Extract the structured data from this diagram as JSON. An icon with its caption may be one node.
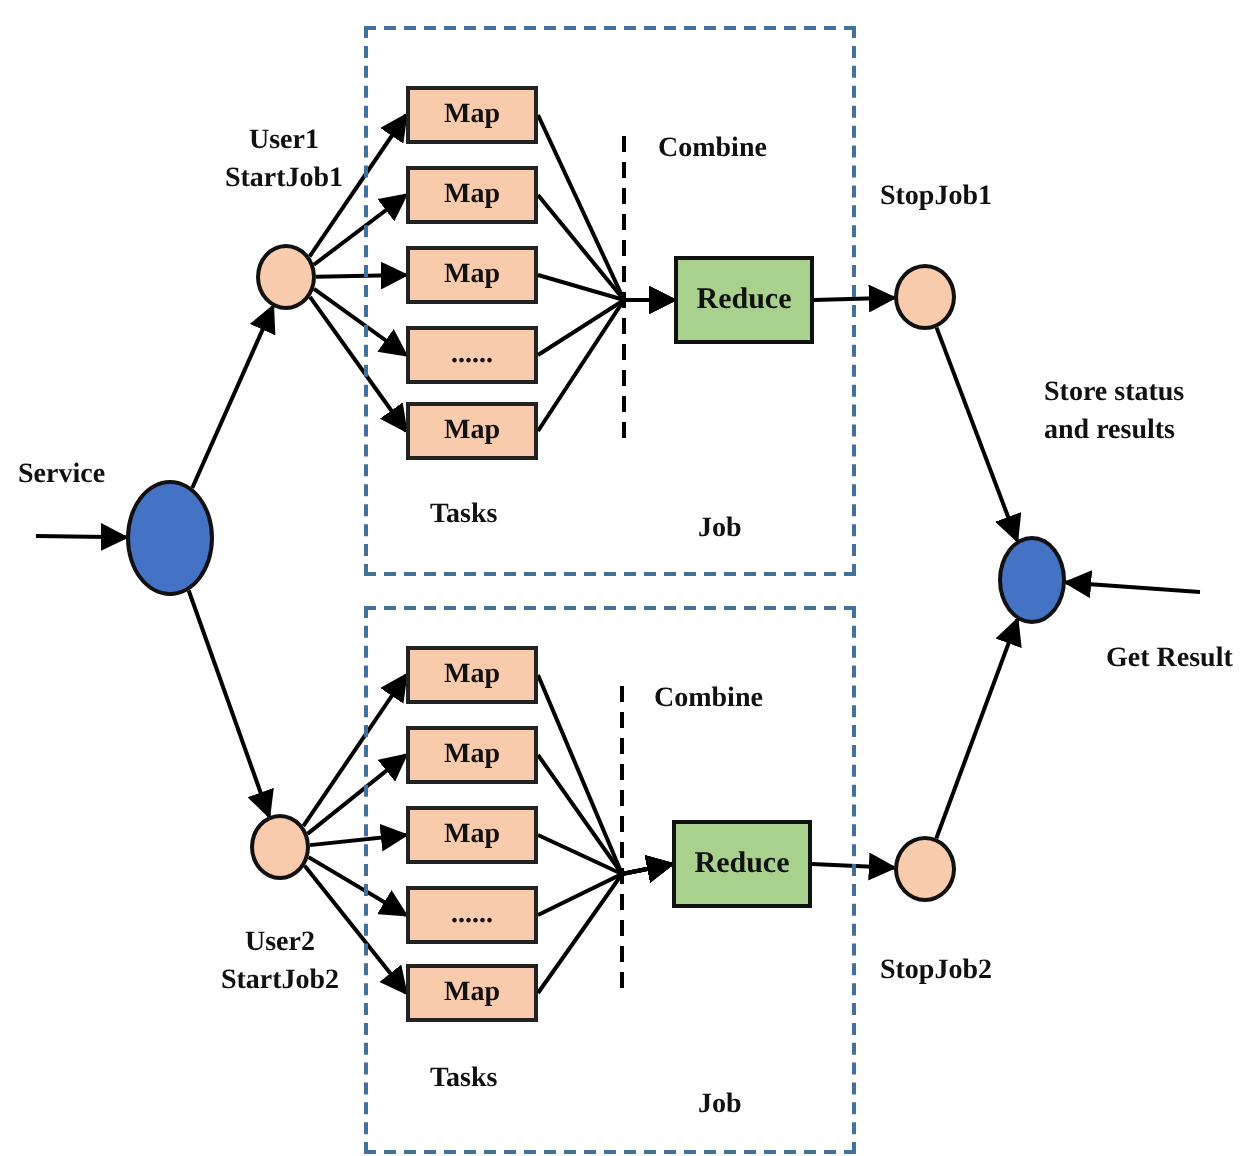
{
  "diagram": {
    "nodes": [
      {
        "text": [],
        "shape": "circle"
      },
      {
        "text": [],
        "shape": "circle",
        "beside": [
          "User1 StartJob1"
        ]
      },
      {
        "text": [
          "Combine",
          "Tasks",
          "Job"
        ]
      },
      {
        "text": [
          "Map"
        ],
        "in": 2
      },
      {
        "text": [
          "Map"
        ],
        "in": 2
      },
      {
        "text": [
          "Map"
        ],
        "in": 2
      },
      {
        "text": [
          "......"
        ],
        "in": 2
      },
      {
        "text": [
          "Map"
        ],
        "in": 2
      },
      {
        "text": [
          "Reduce"
        ],
        "in": 2
      },
      {
        "text": [],
        "shape": "circle",
        "beside": [
          "StopJob1"
        ]
      },
      {
        "text": [],
        "shape": "circle",
        "beside": [
          "Store status and results"
        ]
      },
      {
        "text": [],
        "shape": "circle",
        "beside": [
          "User2 StartJob2"
        ]
      },
      {
        "text": [
          "Combine",
          "Tasks",
          "Job"
        ]
      },
      {
        "text": [
          "Map"
        ],
        "in": 12
      },
      {
        "text": [
          "Map"
        ],
        "in": 12
      },
      {
        "text": [
          "Map"
        ],
        "in": 12
      },
      {
        "text": [
          "......"
        ],
        "in": 12
      },
      {
        "text": [
          "Map"
        ],
        "in": 12
      },
      {
        "text": [
          "Reduce"
        ],
        "in": 12
      },
      {
        "text": [],
        "shape": "circle",
        "beside": [
          "StopJob2"
        ]
      }
    ],
    "edges": [
      {
        "from": null,
        "to": 0,
        "arrow": "to",
        "label": "Service"
      },
      {
        "from": 0,
        "to": 1,
        "arrow": "to"
      },
      {
        "from": 0,
        "to": 11,
        "arrow": "to"
      },
      {
        "from": 1,
        "to": 3,
        "arrow": "to"
      },
      {
        "from": 1,
        "to": 4,
        "arrow": "to"
      },
      {
        "from": 1,
        "to": 5,
        "arrow": "to"
      },
      {
        "from": 1,
        "to": 6,
        "arrow": "to"
      },
      {
        "from": 1,
        "to": 7,
        "arrow": "to"
      },
      {
        "from": 3,
        "to": 8,
        "arrow": "to"
      },
      {
        "from": 4,
        "to": 8,
        "arrow": "to"
      },
      {
        "from": 5,
        "to": 8,
        "arrow": "to"
      },
      {
        "from": 6,
        "to": 8,
        "arrow": "to"
      },
      {
        "from": 7,
        "to": 8,
        "arrow": "to"
      },
      {
        "from": 8,
        "to": 9,
        "arrow": "to"
      },
      {
        "from": 11,
        "to": 13,
        "arrow": "to"
      },
      {
        "from": 11,
        "to": 14,
        "arrow": "to"
      },
      {
        "from": 11,
        "to": 15,
        "arrow": "to"
      },
      {
        "from": 11,
        "to": 16,
        "arrow": "to"
      },
      {
        "from": 11,
        "to": 17,
        "arrow": "to"
      },
      {
        "from": 13,
        "to": 18,
        "arrow": "to"
      },
      {
        "from": 14,
        "to": 18,
        "arrow": "to"
      },
      {
        "from": 15,
        "to": 18,
        "arrow": "to"
      },
      {
        "from": 16,
        "to": 18,
        "arrow": "to"
      },
      {
        "from": 17,
        "to": 18,
        "arrow": "to"
      },
      {
        "from": 18,
        "to": 19,
        "arrow": "to"
      },
      {
        "from": 9,
        "to": 10,
        "arrow": "to"
      },
      {
        "from": 19,
        "to": 10,
        "arrow": "to"
      },
      {
        "from": null,
        "to": 10,
        "arrow": "to",
        "label": "Get Result"
      }
    ]
  }
}
